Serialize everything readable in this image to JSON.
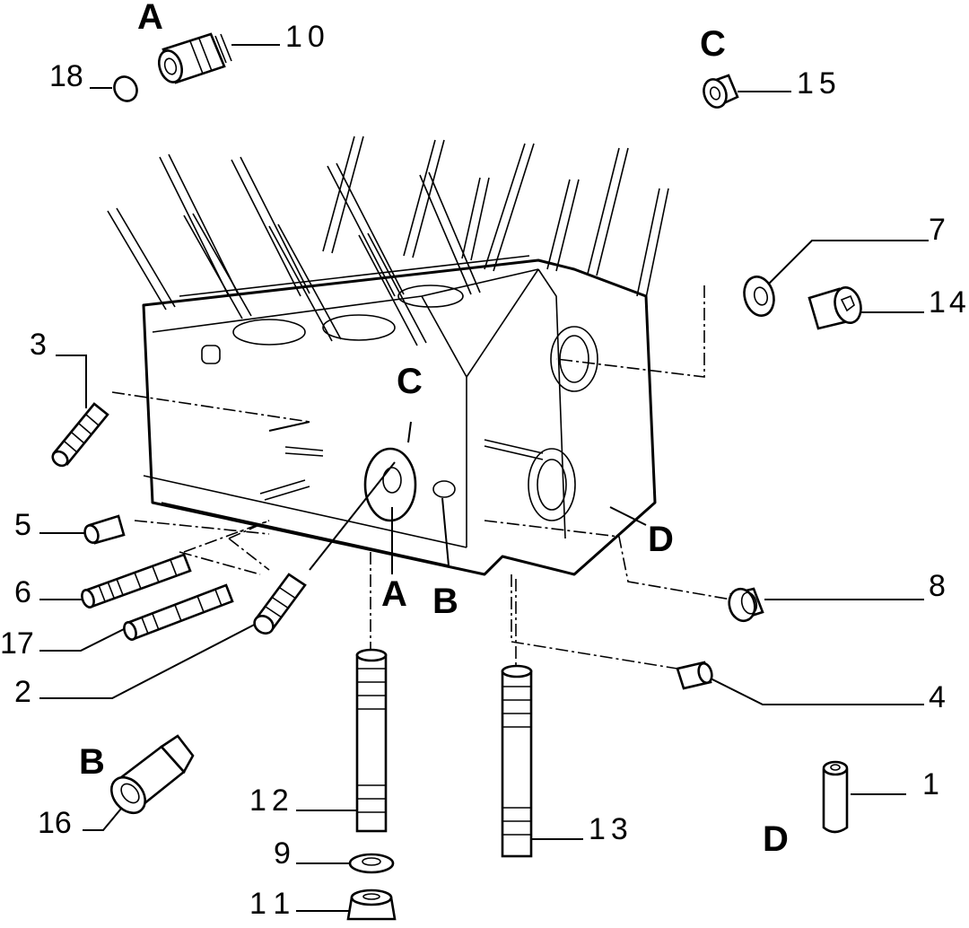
{
  "callouts": [
    {
      "id": "18",
      "text": "18"
    },
    {
      "id": "10",
      "text": "10"
    },
    {
      "id": "15",
      "text": "15"
    },
    {
      "id": "7",
      "text": "7"
    },
    {
      "id": "14",
      "text": "14"
    },
    {
      "id": "3",
      "text": "3"
    },
    {
      "id": "5",
      "text": "5"
    },
    {
      "id": "6",
      "text": "6"
    },
    {
      "id": "17",
      "text": "17"
    },
    {
      "id": "2",
      "text": "2"
    },
    {
      "id": "8",
      "text": "8"
    },
    {
      "id": "4",
      "text": "4"
    },
    {
      "id": "1",
      "text": "1"
    },
    {
      "id": "12",
      "text": "12"
    },
    {
      "id": "13",
      "text": "13"
    },
    {
      "id": "9",
      "text": "9"
    },
    {
      "id": "11",
      "text": "11"
    },
    {
      "id": "16",
      "text": "16"
    }
  ],
  "detail_letters": {
    "a_top": "A",
    "c_top": "C",
    "c_block": "C",
    "a_block": "A",
    "b_block": "B",
    "d_block": "D",
    "b_detail": "B",
    "d_detail": "D"
  }
}
